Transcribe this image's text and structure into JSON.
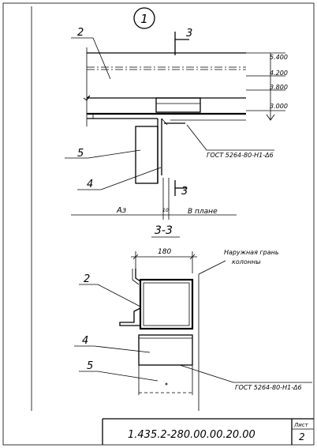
{
  "detail_number": "1",
  "section_mark": "3",
  "section_title": "3-3",
  "elevations": [
    "5.400",
    "4.200",
    "3.800",
    "3.000"
  ],
  "callouts": {
    "top": [
      "2",
      "5",
      "4"
    ],
    "section": [
      "2",
      "4",
      "5"
    ]
  },
  "weld_note_top": "ГОСТ 5264-80-Н1-Δ6",
  "weld_note_section": "ГОСТ 5264-80-Н1-Δ6",
  "axis_label": "Аз",
  "plan_note": "В плане",
  "dim_small": "10",
  "dim_width": "180",
  "outer_face_note": [
    "Наружная грань",
    "колонны"
  ],
  "title_block": {
    "designation": "1.435.2-280.00.00.20.00",
    "sheet_label": "Лист",
    "sheet_number": "2"
  }
}
